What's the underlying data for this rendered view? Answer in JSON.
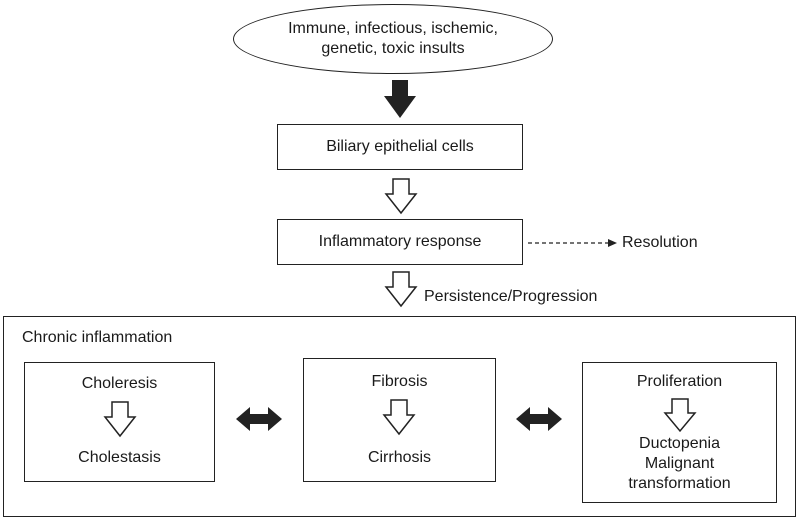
{
  "insults": {
    "line1": "Immune, infectious, ischemic,",
    "line2": "genetic, toxic insults"
  },
  "cells": {
    "label": "Biliary epithelial cells"
  },
  "inflammation": {
    "label": "Inflammatory response"
  },
  "resolution": {
    "label": "Resolution"
  },
  "progression": {
    "label": "Persistence/Progression"
  },
  "chronic": {
    "title": "Chronic inflammation",
    "choleresis": {
      "top": "Choleresis",
      "bottom": "Cholestasis"
    },
    "fibrosis": {
      "top": "Fibrosis",
      "bottom": "Cirrhosis"
    },
    "proliferation": {
      "top": "Proliferation",
      "bottom1": "Ductopenia",
      "bottom2": "Malignant",
      "bottom3": "transformation"
    }
  }
}
